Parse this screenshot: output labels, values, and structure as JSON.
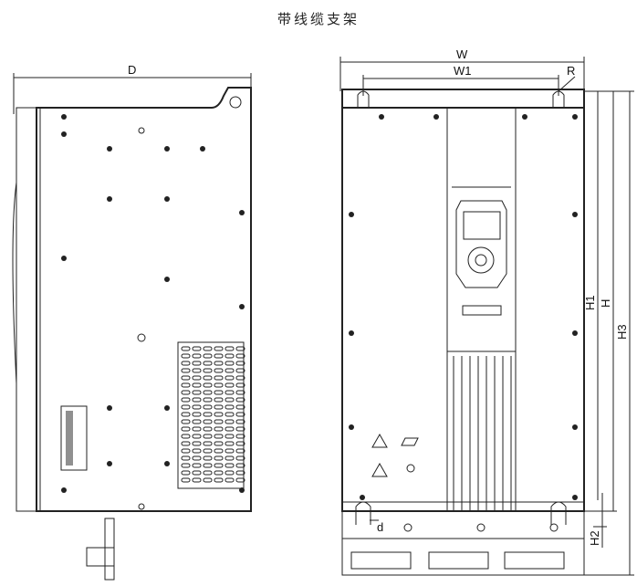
{
  "title": "带线缆支架",
  "dimensions": {
    "D": "D",
    "W": "W",
    "W1": "W1",
    "R": "R",
    "H": "H",
    "H1": "H1",
    "H2": "H2",
    "H3": "H3",
    "d": "d"
  },
  "views": [
    "side-view",
    "front-view"
  ]
}
